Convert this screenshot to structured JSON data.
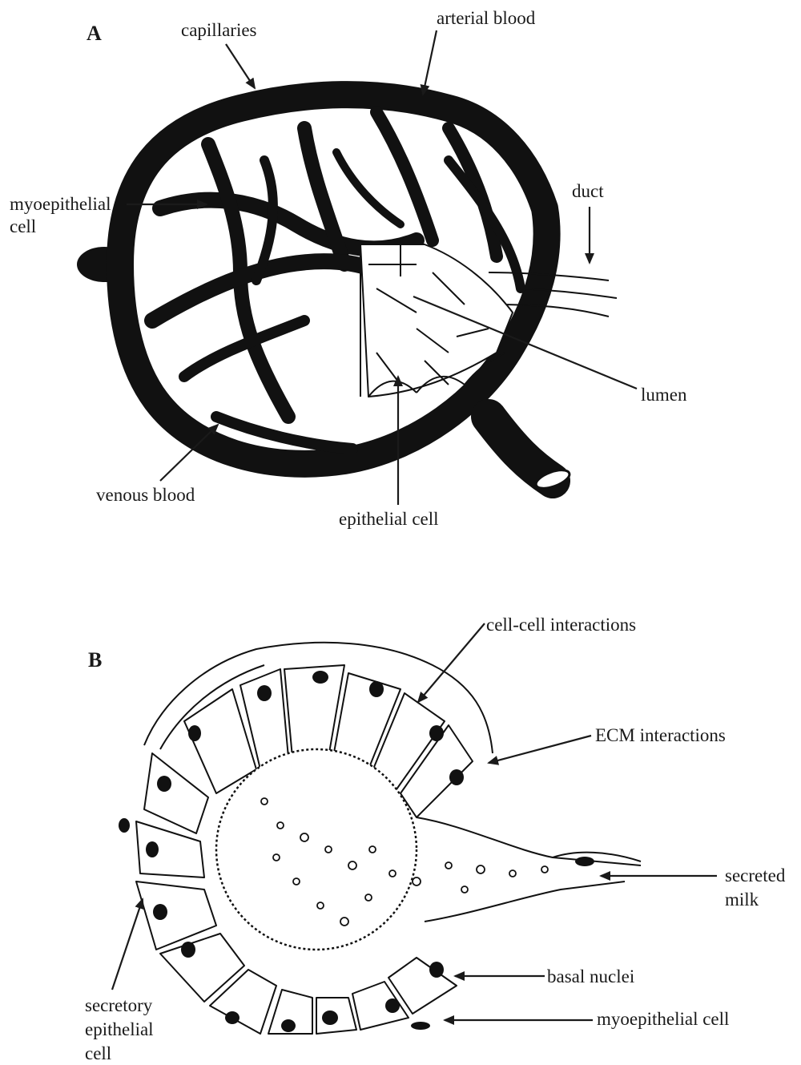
{
  "panel_a": {
    "letter": "A",
    "labels": {
      "capillaries": "capillaries",
      "arterial_blood": "arterial blood",
      "myoepithelial_1": "myoepithelial",
      "myoepithelial_2": "cell",
      "duct": "duct",
      "lumen": "lumen",
      "venous_blood": "venous blood",
      "epithelial_cell": "epithelial cell"
    }
  },
  "panel_b": {
    "letter": "B",
    "labels": {
      "cell_cell": "cell-cell interactions",
      "ecm": "ECM interactions",
      "secreted_1": "secreted",
      "secreted_2": "milk",
      "basal_nuclei": "basal nuclei",
      "myoepithelial_cell": "myoepithelial cell",
      "secretory_1": "secretory",
      "secretory_2": "epithelial",
      "secretory_3": "cell"
    }
  }
}
